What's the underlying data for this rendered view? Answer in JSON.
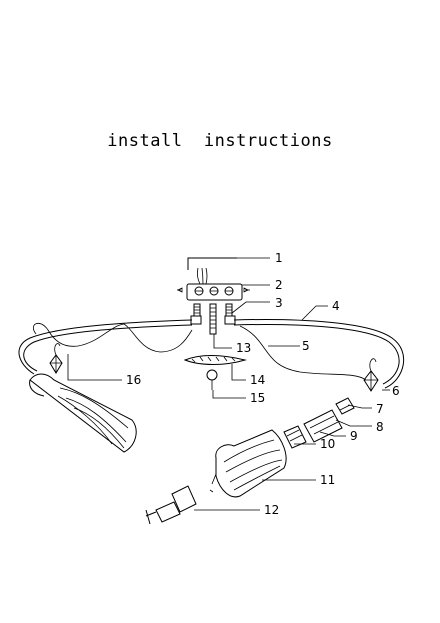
{
  "title": "install  instructions",
  "callouts": [
    {
      "id": "1",
      "label": "1"
    },
    {
      "id": "2",
      "label": "2"
    },
    {
      "id": "3",
      "label": "3"
    },
    {
      "id": "4",
      "label": "4"
    },
    {
      "id": "5",
      "label": "5"
    },
    {
      "id": "6",
      "label": "6"
    },
    {
      "id": "7",
      "label": "7"
    },
    {
      "id": "8",
      "label": "8"
    },
    {
      "id": "9",
      "label": "9"
    },
    {
      "id": "10",
      "label": "10"
    },
    {
      "id": "11",
      "label": "11"
    },
    {
      "id": "12",
      "label": "12"
    },
    {
      "id": "13",
      "label": "13"
    },
    {
      "id": "14",
      "label": "14"
    },
    {
      "id": "15",
      "label": "15"
    },
    {
      "id": "16",
      "label": "16"
    }
  ]
}
